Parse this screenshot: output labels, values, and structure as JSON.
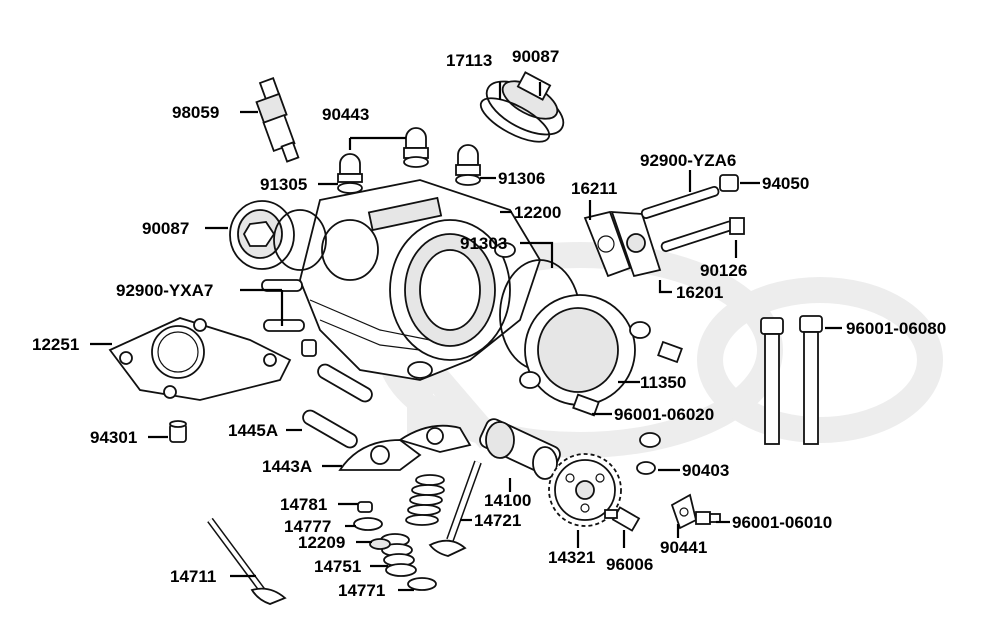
{
  "diagram": {
    "labels": {
      "p98059": "98059",
      "p90443": "90443",
      "p17113": "17113",
      "p90087_top": "90087",
      "p91305": "91305",
      "p91306": "91306",
      "p92900_yza6": "92900-YZA6",
      "p94050": "94050",
      "p16211": "16211",
      "p12200": "12200",
      "p90087_left": "90087",
      "p91303": "91303",
      "p90126": "90126",
      "p16201": "16201",
      "p92900_yxa7": "92900-YXA7",
      "p12251": "12251",
      "p96001_06080": "96001-06080",
      "p11350": "11350",
      "p96001_06020": "96001-06020",
      "p94301": "94301",
      "p1445a": "1445A",
      "p1443a": "1443A",
      "p90403": "90403",
      "p14100": "14100",
      "p14781": "14781",
      "p14721": "14721",
      "p14777": "14777",
      "p96001_06010": "96001-06010",
      "p12209": "12209",
      "p90441": "90441",
      "p14321": "14321",
      "p96006": "96006",
      "p14751": "14751",
      "p14711": "14711",
      "p14771": "14771"
    }
  }
}
